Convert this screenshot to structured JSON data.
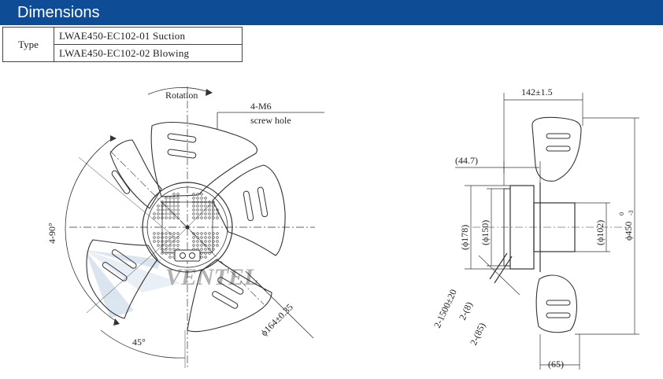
{
  "header": {
    "title": "Dimensions"
  },
  "type_table": {
    "label": "Type",
    "rows": [
      "LWAE450-EC102-01 Suction",
      "LWAE450-EC102-02 Blowing"
    ]
  },
  "front_view": {
    "rotation_label": "Rotation",
    "screw_label": "4-M6",
    "screw_sub": "screw hole",
    "angle_label": "4-90°",
    "angle45_label": "45°",
    "circle_label": "ϕ164±0.35"
  },
  "side_view": {
    "depth_label": "142±1.5",
    "offset_label": "(44.7)",
    "d178_label": "(ϕ178)",
    "d150_label": "(ϕ150)",
    "d102_label": "(ϕ102)",
    "d450_label": "ϕ450",
    "tol_upper": "0",
    "tol_lower": "-3",
    "cable_label": "2-1500±20",
    "c8_label": "2-(8)",
    "c85_label": "2-(85)",
    "w65_label": "(65)"
  },
  "watermark": "VENTEL",
  "colors": {
    "header_bg": "#0f4c96",
    "header_text": "#ffffff",
    "line": "#333333",
    "watermark": "#9bb6d6"
  }
}
